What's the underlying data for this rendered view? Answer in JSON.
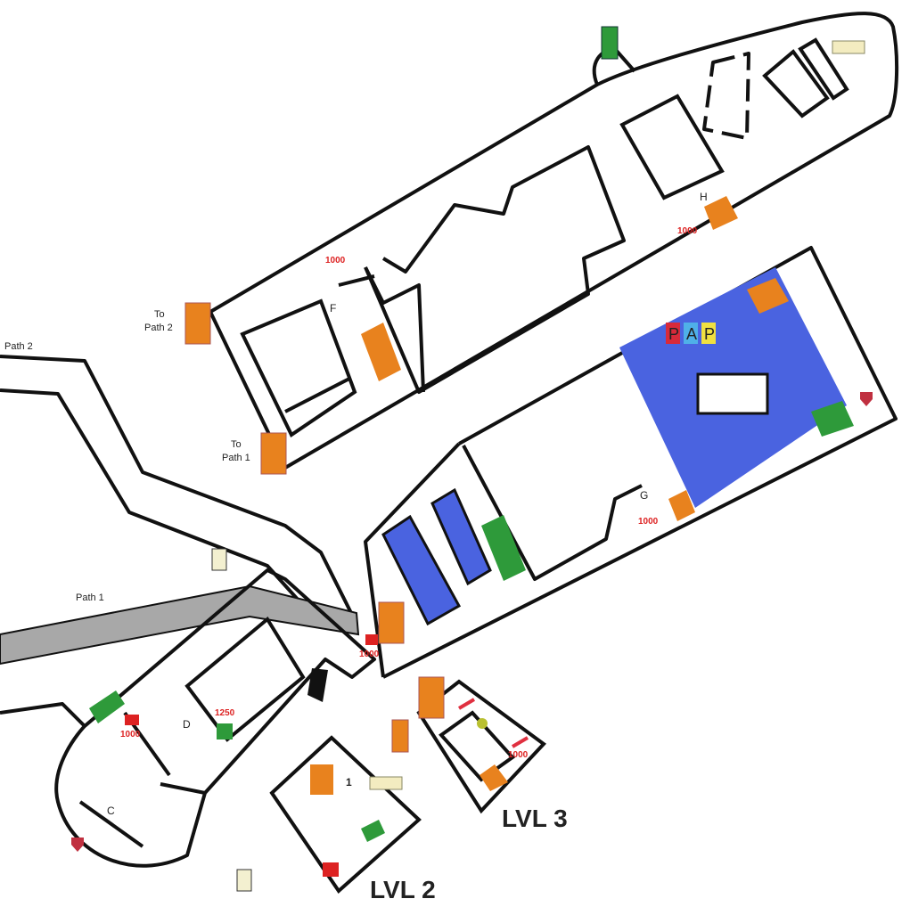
{
  "map": {
    "labels": {
      "path1": "Path 1",
      "path2": "Path 2",
      "to_path1_a": "To",
      "to_path1_b": "Path 1",
      "to_path2_a": "To",
      "to_path2_b": "Path 2",
      "lvl2": "LVL 2",
      "lvl3": "LVL 3",
      "pap_p1": "P",
      "pap_a": "A",
      "pap_p2": "P",
      "one": "1"
    },
    "letters": {
      "c": "C",
      "d": "D",
      "f": "F",
      "g": "G",
      "h": "H"
    },
    "costs": {
      "h_door": "1000",
      "f_door": "1000",
      "g_door": "1000",
      "center_door": "1000",
      "d_door": "1000",
      "lvl3_door": "1000",
      "wallbuy": "1250"
    },
    "colors": {
      "pap_room": "#4a63e0",
      "stairs_orange": "#e8821e",
      "stairs_green": "#2e9a3a",
      "path_gray": "#a8a8a8",
      "door_red": "#e03040"
    }
  }
}
